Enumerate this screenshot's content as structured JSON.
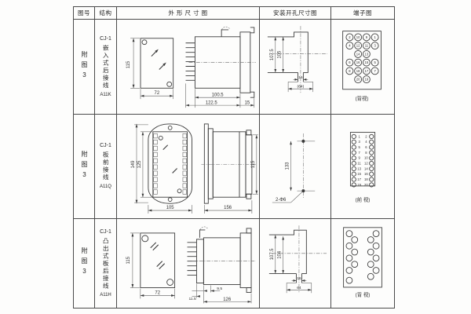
{
  "header": {
    "figure": "图号",
    "structure": "结构",
    "outline": "外 形 尺 寸 图",
    "mounting": "安装开孔尺寸图",
    "terminal": "端子图"
  },
  "rows": [
    {
      "figure": "附图3",
      "model": "CJ-1",
      "structure": "嵌入式后接线",
      "code": "A11K",
      "outline": {
        "h": "115",
        "w": "72",
        "body": "100.5",
        "total": "122.5",
        "flange": "15"
      },
      "mounting": {
        "outer": "107.5",
        "inner": "105",
        "slot": "16",
        "width": "(64)"
      },
      "terminal": {
        "view": "(背视)",
        "cells": [
          "2",
          "10",
          "9",
          "1",
          "4",
          "12",
          "11",
          "3",
          "14",
          "13",
          "6",
          "16",
          "15",
          "5",
          "8",
          "18",
          "17",
          "7",
          "20",
          "19"
        ]
      }
    },
    {
      "figure": "附图3",
      "model": "CJ-1",
      "structure": "板前接线",
      "code": "A11Q",
      "outline": {
        "outer_h": "149",
        "inner_h": "125",
        "w": "105",
        "len": "156",
        "side_h": "115"
      },
      "mounting": {
        "dist": "133",
        "holes": "2-Φ6"
      },
      "terminal": {
        "view": "(前 视)",
        "left": [
          "1",
          "3",
          "5",
          "7",
          "9",
          "11",
          "13",
          "15",
          "17",
          "19"
        ],
        "right": [
          "2",
          "4",
          "6",
          "8",
          "10",
          "12",
          "14",
          "16",
          "18",
          "20"
        ]
      }
    },
    {
      "figure": "附图3",
      "model": "CJ-1",
      "structure": "凸出式板后接线",
      "code": "A11H",
      "outline": {
        "h": "115",
        "w": "72",
        "pin": "11.5",
        "gap": "9.5",
        "len": "126"
      },
      "mounting": {
        "outer": "107.5",
        "inner": "104",
        "slot": "16",
        "width": "64"
      },
      "terminal": {
        "view": "(背 视)"
      }
    }
  ]
}
